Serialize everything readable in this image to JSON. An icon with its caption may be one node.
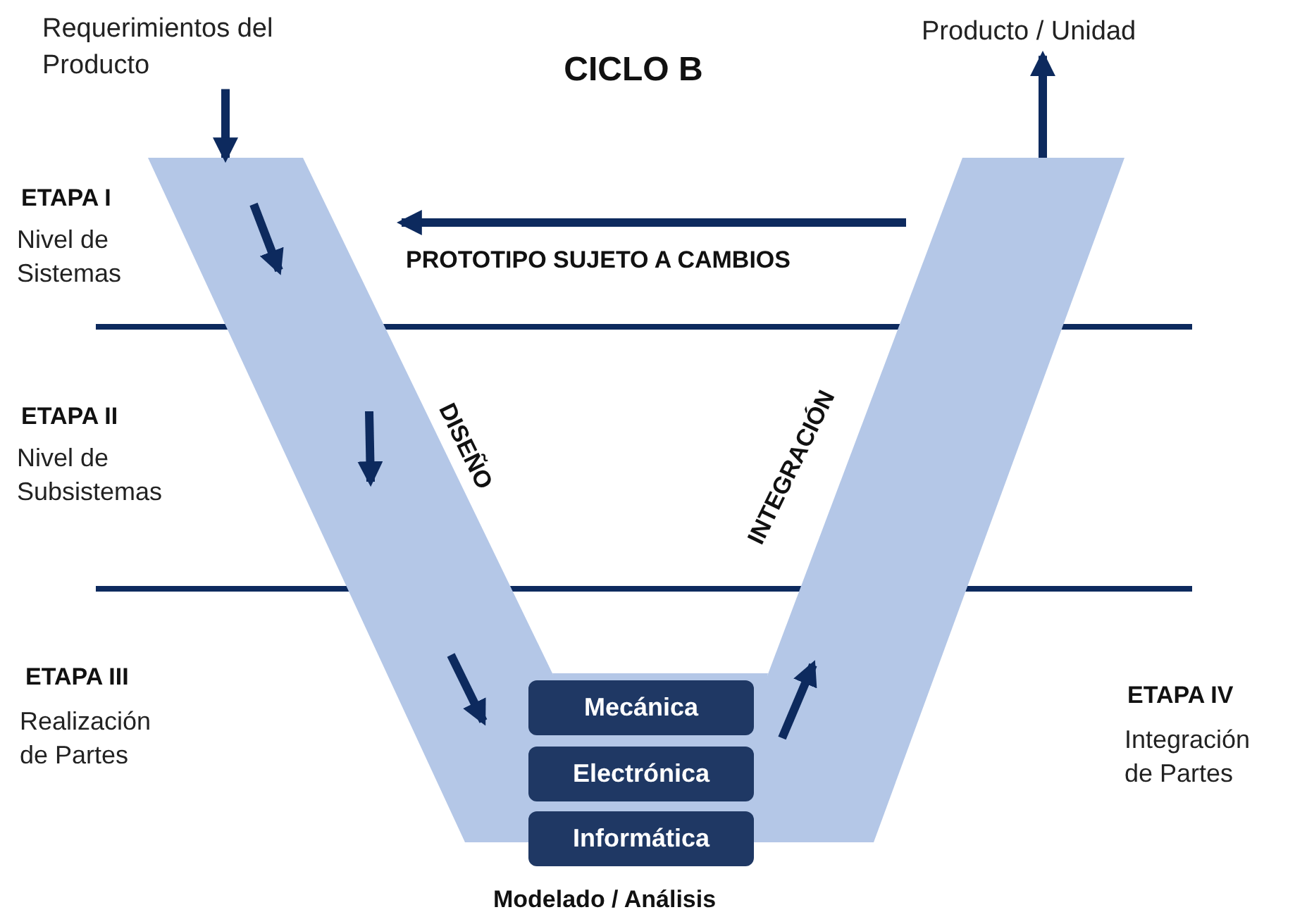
{
  "diagram": {
    "title": "CICLO B",
    "nodes": [
      {
        "text": [
          "Requerimientos del Producto"
        ]
      },
      {
        "text": [
          "Producto / Unidad"
        ]
      },
      {
        "text": [
          "DISEÑO"
        ]
      },
      {
        "text": [
          "INTEGRACIÓN"
        ]
      },
      {
        "text": [
          "Mecánica"
        ]
      },
      {
        "text": [
          "Electrónica"
        ]
      },
      {
        "text": [
          "Informática"
        ]
      }
    ],
    "edges": [
      {
        "from": 0,
        "to": 2,
        "arrow": "to"
      },
      {
        "from": 3,
        "to": 1,
        "arrow": "to"
      }
    ],
    "labels": [
      "ETAPA I",
      "Nivel de Sistemas",
      "PROTOTIPO SUJETO A CAMBIOS",
      "ETAPA II",
      "Nivel de Subsistemas",
      "ETAPA III",
      "Realización de Partes",
      "ETAPA IV",
      "Integración de Partes",
      "Modelado / Análisis"
    ]
  }
}
